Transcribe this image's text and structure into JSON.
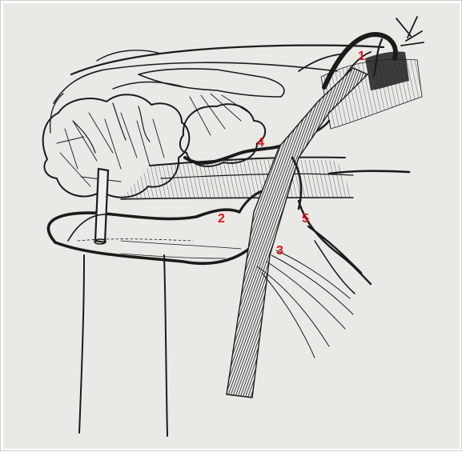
{
  "figure": {
    "labels": [
      {
        "id": "1",
        "text": "1"
      },
      {
        "id": "2",
        "text": "2"
      },
      {
        "id": "3",
        "text": "3"
      },
      {
        "id": "4",
        "text": "4"
      },
      {
        "id": "5",
        "text": "5"
      }
    ]
  },
  "colors": {
    "paper": "#e9e9e6",
    "ink": "#1b1b1b",
    "label": "#e0141e"
  }
}
